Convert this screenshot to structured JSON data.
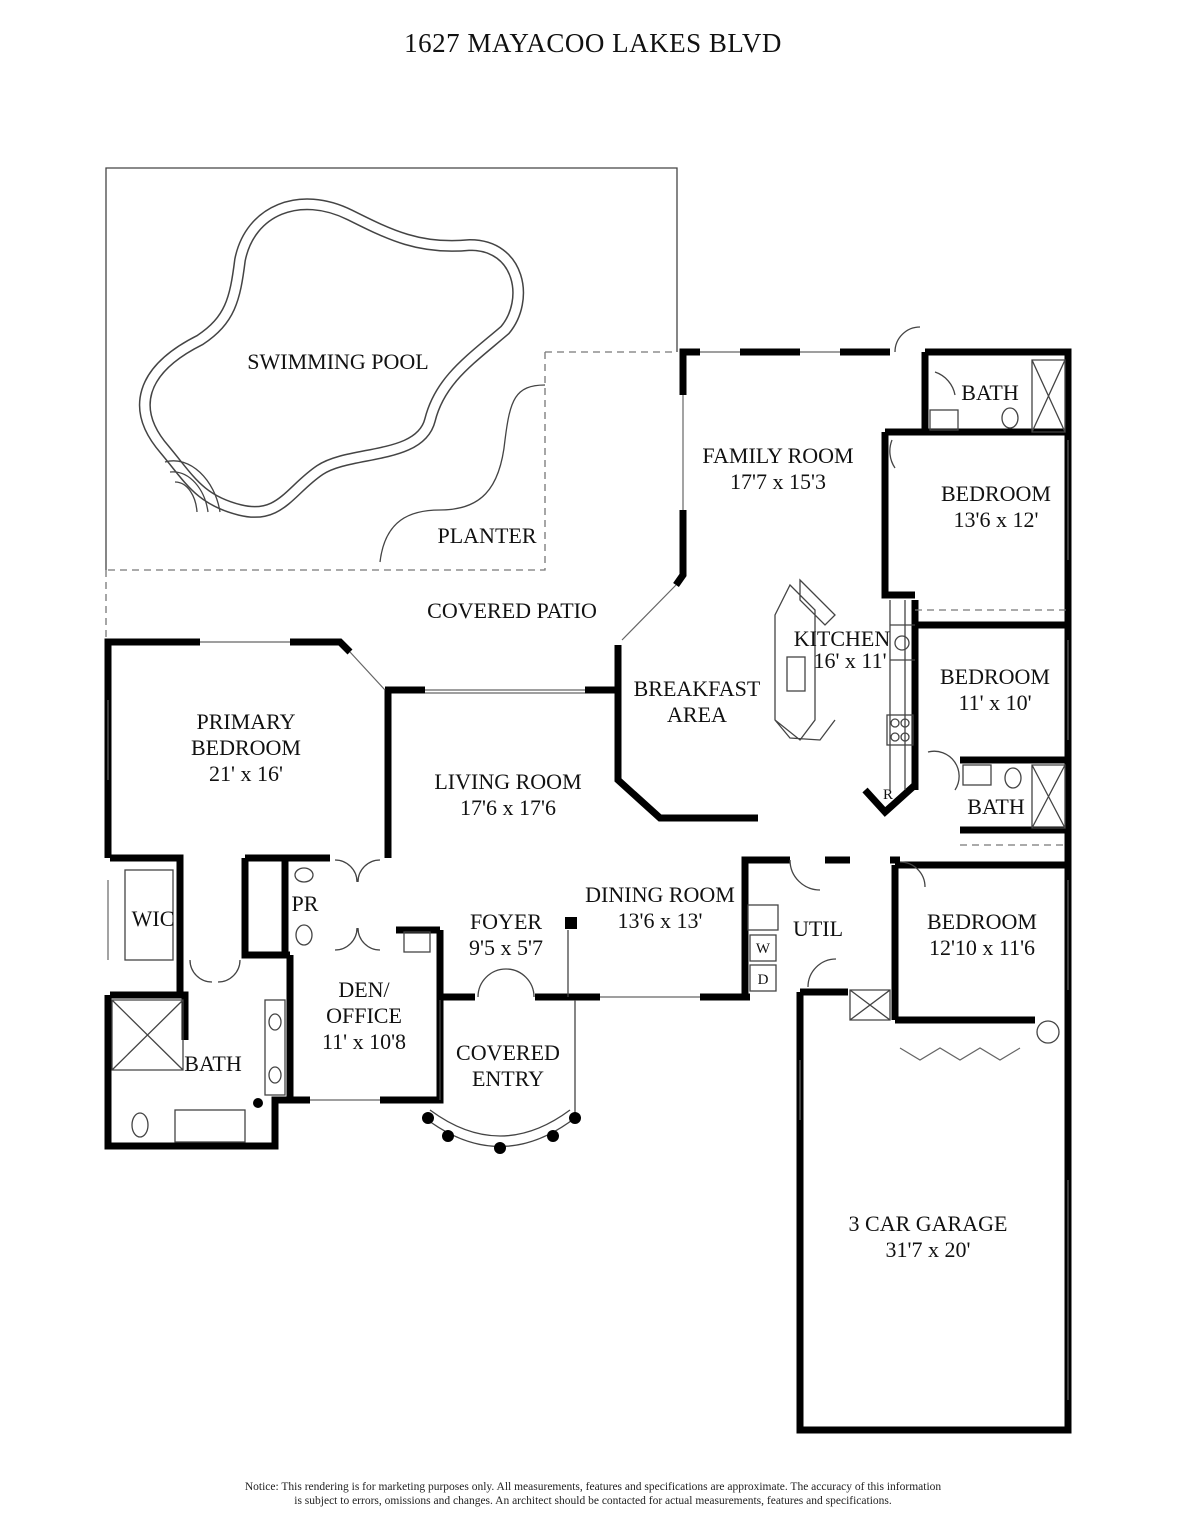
{
  "title": "1627 MAYACOO LAKES BLVD",
  "rooms": {
    "swimming_pool": {
      "name": "SWIMMING POOL"
    },
    "planter": {
      "name": "PLANTER"
    },
    "covered_patio": {
      "name": "COVERED PATIO"
    },
    "family_room": {
      "name": "FAMILY ROOM",
      "size": "17'7 x 15'3"
    },
    "bath_top": {
      "name": "BATH"
    },
    "bedroom_1": {
      "name": "BEDROOM",
      "size": "13'6 x 12'"
    },
    "kitchen": {
      "name": "KITCHEN",
      "size": "16' x 11'"
    },
    "breakfast": {
      "name1": "BREAKFAST",
      "name2": "AREA"
    },
    "bedroom_2": {
      "name": "BEDROOM",
      "size": "11' x 10'"
    },
    "bath_mid": {
      "name": "BATH"
    },
    "primary_bedroom": {
      "name1": "PRIMARY",
      "name2": "BEDROOM",
      "size": "21' x 16'"
    },
    "living_room": {
      "name": "LIVING ROOM",
      "size": "17'6 x 17'6"
    },
    "dining_room": {
      "name": "DINING ROOM",
      "size": "13'6 x 13'"
    },
    "foyer": {
      "name": "FOYER",
      "size": "9'5 x 5'7"
    },
    "util": {
      "name": "UTIL",
      "washer": "W",
      "dryer": "D"
    },
    "bedroom_3": {
      "name": "BEDROOM",
      "size": "12'10 x 11'6"
    },
    "wic": {
      "name": "WIC"
    },
    "pr": {
      "name": "PR"
    },
    "den": {
      "name1": "DEN/",
      "name2": "OFFICE",
      "size": "11' x 10'8"
    },
    "covered_entry": {
      "name1": "COVERED",
      "name2": "ENTRY"
    },
    "bath_primary": {
      "name": "BATH"
    },
    "garage": {
      "name": "3 CAR GARAGE",
      "size": "31'7 x 20'"
    },
    "refrigerator": {
      "name": "R"
    }
  },
  "notice": {
    "line1": "Notice: This rendering is for marketing purposes only. All measurements, features and specifications are approximate. The accuracy of this information",
    "line2": "is subject to errors, omissions and changes. An architect should be contacted for actual measurements, features and specifications."
  }
}
